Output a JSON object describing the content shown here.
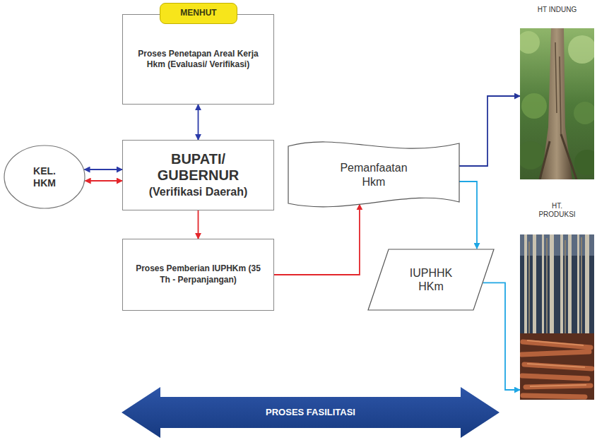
{
  "diagram": {
    "nodes": [
      {
        "text": [
          "Proses Penetapan Areal Kerja Hkm (Evaluasi/ Verifikasi)"
        ]
      },
      {
        "text": [
          "MENHUT"
        ],
        "in": 0
      },
      {
        "text": [
          "KEL. HKM"
        ]
      },
      {
        "text": [
          "BUPATI/ GUBERNUR",
          "(Verifikasi Daerah)"
        ]
      },
      {
        "text": [
          "Proses Pemberian IUPHKm (35 Th - Perpanjangan)"
        ]
      },
      {
        "text": [
          "Pemanfaatan Hkm"
        ]
      },
      {
        "text": [
          "IUPHHK HKm"
        ]
      },
      {
        "text": [
          "HT INDUNG"
        ]
      },
      {
        "text": [
          "HT. PRODUKSI"
        ]
      },
      {
        "text": [
          "PROSES FASILITASI"
        ]
      }
    ],
    "edges": [
      {
        "from": 0,
        "to": 3,
        "arrow": "both"
      },
      {
        "from": 2,
        "to": 3,
        "arrow": "both"
      },
      {
        "from": 2,
        "to": 3,
        "arrow": "both"
      },
      {
        "from": 3,
        "to": 4,
        "arrow": "to"
      },
      {
        "from": 4,
        "to": 5,
        "arrow": "to"
      },
      {
        "from": 5,
        "to": 7,
        "arrow": "to"
      },
      {
        "from": 5,
        "to": 6,
        "arrow": "to"
      },
      {
        "from": 6,
        "to": 8,
        "arrow": "to"
      }
    ]
  }
}
